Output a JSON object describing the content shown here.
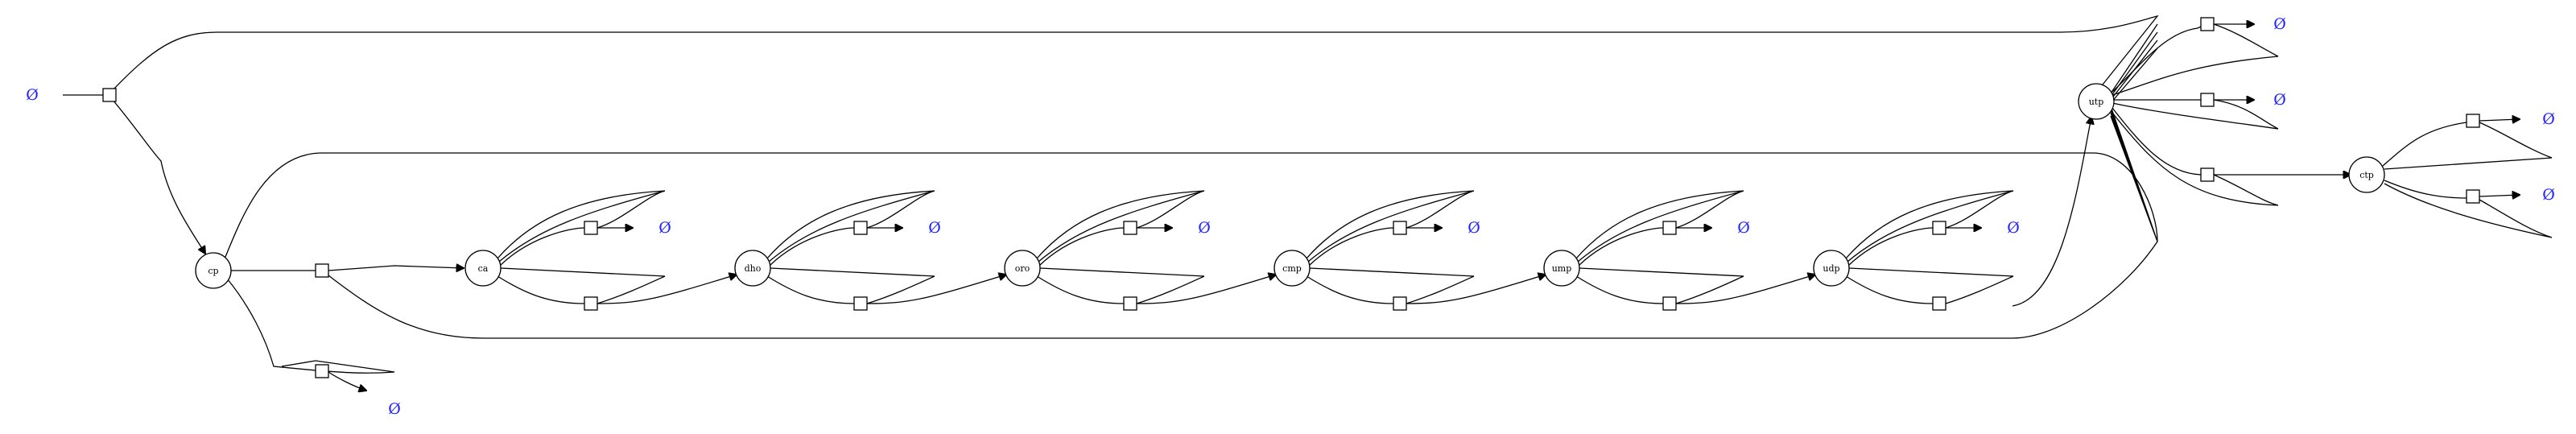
{
  "diagram": {
    "empty_symbol": "Ø",
    "nodes": {
      "cp": "cp",
      "ca": "ca",
      "dho": "dho",
      "oro": "oro",
      "cmp": "cmp",
      "ump": "ump",
      "udp": "udp",
      "utp": "utp",
      "ctp": "ctp"
    },
    "colors": {
      "line": "#000000",
      "empty_symbol": "#2222ff"
    }
  }
}
